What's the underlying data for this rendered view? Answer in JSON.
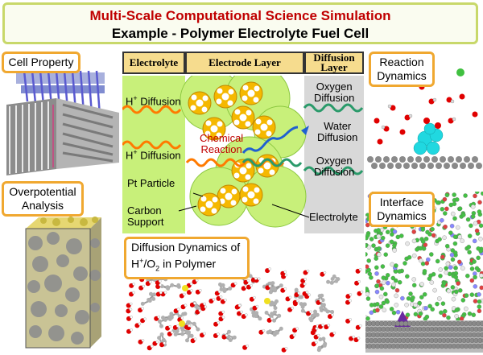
{
  "title": {
    "line1": "Multi-Scale Computational Science Simulation",
    "line2": "Example - Polymer Electrolyte Fuel Cell"
  },
  "labels": {
    "cell_property": "Cell Property",
    "overpotential_line1": "Overpotential",
    "overpotential_line2": "Analysis",
    "reaction_dynamics_line1": "Reaction",
    "reaction_dynamics_line2": "Dynamics",
    "interface_dynamics_line1": "Interface",
    "interface_dynamics_line2": "Dynamics",
    "diffusion_dynamics_line1": "Diffusion Dynamics of",
    "diffusion_dynamics_line2_pre": "H",
    "diffusion_dynamics_line2_sup": "+",
    "diffusion_dynamics_line2_mid": "/O",
    "diffusion_dynamics_line2_sub": "2",
    "diffusion_dynamics_line2_post": " in Polymer"
  },
  "diagram": {
    "header_electrolyte": "Electrolyte",
    "header_electrode": "Electrode Layer",
    "header_diffusion_line1": "Diffusion",
    "header_diffusion_line2": "Layer",
    "h_diffusion_1_pre": "H",
    "h_diffusion_1_sup": "+",
    "h_diffusion_1_post": " Diffusion",
    "h_diffusion_2_pre": "H",
    "h_diffusion_2_sup": "+",
    "h_diffusion_2_post": " Diffusion",
    "pt_particle": "Pt Particle",
    "carbon_support_line1": "Carbon",
    "carbon_support_line2": "Support",
    "chemical_reaction_line1": "Chemical",
    "chemical_reaction_line2": "Reaction",
    "oxygen_diffusion_1_line1": "Oxygen",
    "oxygen_diffusion_1_line2": "Diffusion",
    "water_diffusion_line1": "Water",
    "water_diffusion_line2": "Diffusion",
    "oxygen_diffusion_2_line1": "Oxygen",
    "oxygen_diffusion_2_line2": "Diffusion",
    "electrolyte_label": "Electrolyte"
  },
  "colors": {
    "title_red": "#c00000",
    "title_border": "#c8d86a",
    "label_border": "#f0a830",
    "header_fill": "#f6dc8e",
    "electrolyte_green": "#c8f07a",
    "diffusion_gray": "#d8d8d8",
    "pt_yellow": "#f5b800",
    "carbon_gray": "#888888",
    "oxygen_red": "#e00000",
    "h_wave_orange": "#ff7a00",
    "o2_wave_green": "#2a9a6a",
    "water_wave_blue": "#2060d0"
  }
}
